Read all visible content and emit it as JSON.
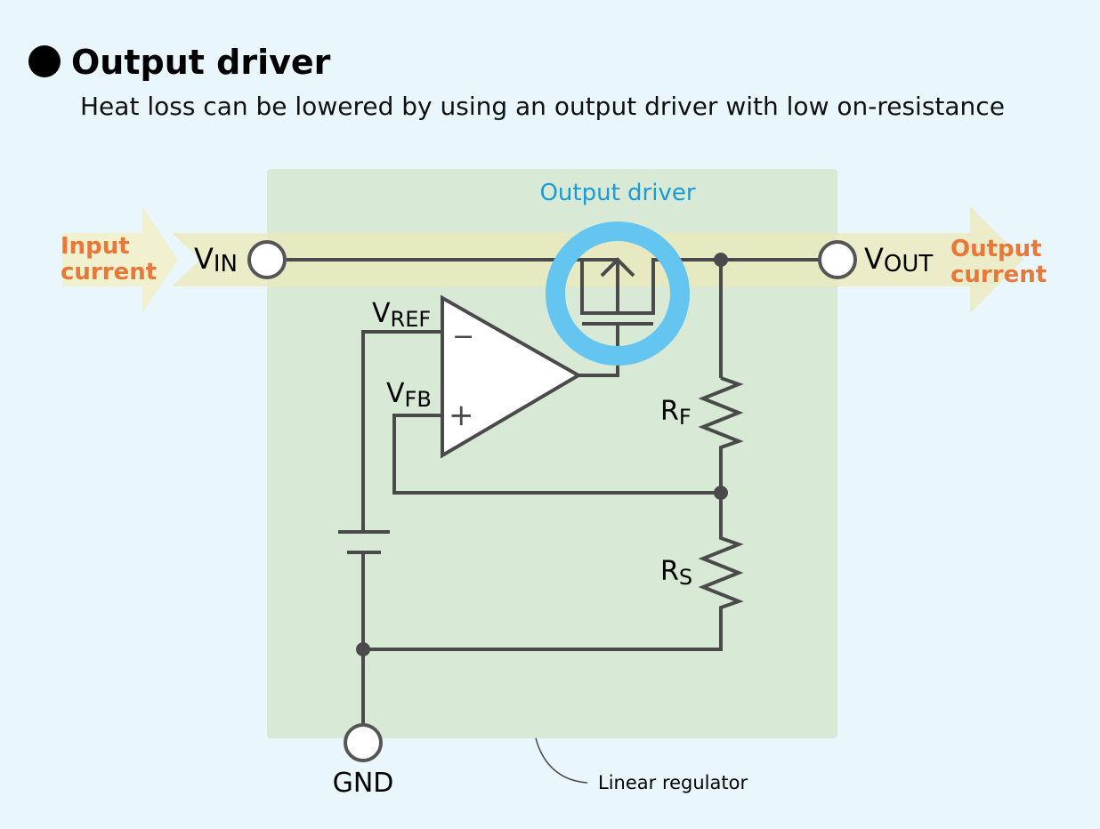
{
  "header": {
    "title": "Output driver",
    "subtitle": "Heat loss can be lowered by using an output driver with low on-resistance"
  },
  "diagram": {
    "block_label": "Linear regulator",
    "highlight_label": "Output driver",
    "input_current": [
      "Input",
      "current"
    ],
    "output_current": [
      "Output",
      "current"
    ],
    "vin": {
      "main": "V",
      "sub": "IN"
    },
    "vout": {
      "main": "V",
      "sub": "OUT"
    },
    "vref": {
      "main": "V",
      "sub": "REF"
    },
    "vfb": {
      "main": "V",
      "sub": "FB"
    },
    "rf": {
      "main": "R",
      "sub": "F"
    },
    "rs": {
      "main": "R",
      "sub": "S"
    },
    "gnd": "GND",
    "opamp_minus": "−",
    "opamp_plus": "+"
  },
  "colors": {
    "background": "#e9f6fc",
    "block_fill": "#d8e9d6",
    "current_arrow": "#f1efcc",
    "accent_orange": "#e8783a",
    "accent_blue": "#1a9ad6",
    "ring_blue": "#63c5f0",
    "wire": "#4a4a4a"
  }
}
